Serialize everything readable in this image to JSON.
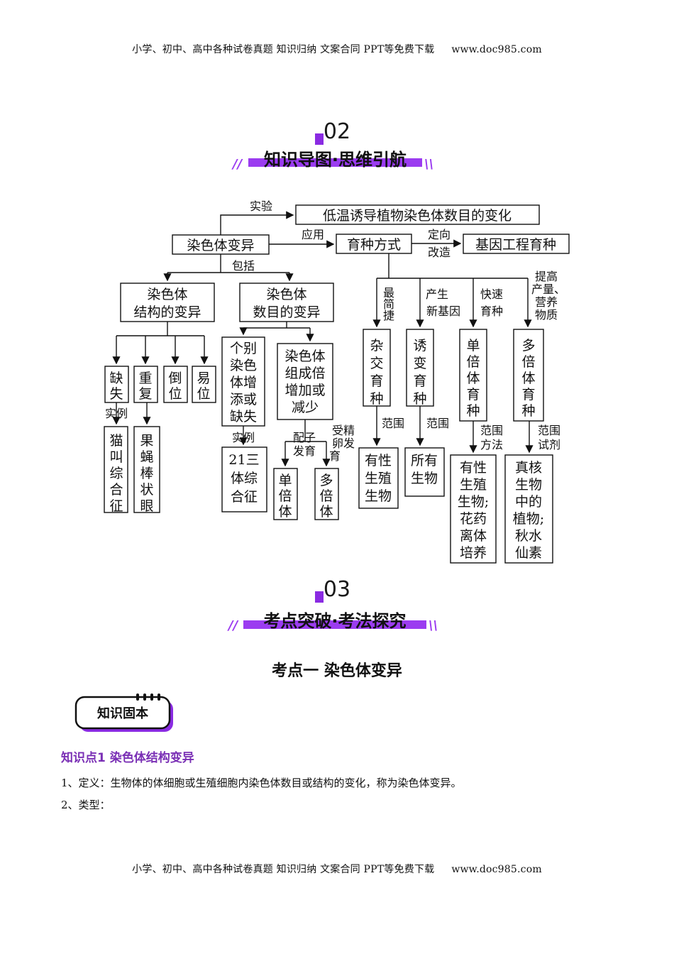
{
  "header": {
    "text": "小学、初中、高中各种试卷真题 知识归纳 文案合同 PPT等免费下载",
    "url": "www.doc985.com"
  },
  "footer": {
    "text": "小学、初中、高中各种试卷真题 知识归纳 文案合同 PPT等免费下载",
    "url": "www.doc985.com"
  },
  "section2": {
    "number": "02",
    "title": "知识导图·思维引航"
  },
  "section3": {
    "number": "03",
    "title": "考点突破·考法探究"
  },
  "kaodian": "考点一  染色体变异",
  "badge": "知识固本",
  "knowledge_point": "知识点1  染色体结构变异",
  "paragraphs": [
    "1、定义：生物体的体细胞或生殖细胞内染色体数目或结构的变化，称为染色体变异。",
    "2、类型："
  ],
  "diagram": {
    "root": "染色体变异",
    "experiment_label": "实验",
    "experiment": "低温诱导植物染色体数目的变化",
    "apply_label": "应用",
    "breeding": "育种方式",
    "directed_label_1": "定向",
    "directed_label_2": "改造",
    "genetic_eng": "基因工程育种",
    "include_label": "包括",
    "structural": [
      "染色体",
      "结构的变异"
    ],
    "numerical": [
      "染色体",
      "数目的变异"
    ],
    "struct_types": [
      "缺失",
      "重复",
      "倒位",
      "易位"
    ],
    "example_label": "实例",
    "example_quexi": "猫叫综合征",
    "example_chongfu": "果蝇棒状眼",
    "num_individual": [
      "个别",
      "染色",
      "体增",
      "添或",
      "缺失"
    ],
    "num_set": [
      "染色体",
      "组成倍",
      "增加或",
      "减少"
    ],
    "example_label_2": "实例",
    "trisomy": [
      "21三",
      "体综",
      "合征"
    ],
    "gamete_label": [
      "配子",
      "发育"
    ],
    "zygote_label": [
      "受精",
      "卵发",
      "育"
    ],
    "haploid": "单倍体",
    "polyploid": "多倍体",
    "b_labels": {
      "b1": [
        "最",
        "简",
        "捷"
      ],
      "b2": [
        "产生",
        "新基因"
      ],
      "b3": [
        "快速",
        "育种"
      ],
      "b4": [
        "提高",
        "产量、",
        "营养",
        "物质"
      ]
    },
    "methods": [
      "杂交育种",
      "诱变育种",
      "单倍体育种",
      "多倍体育种"
    ],
    "range_label": "范围",
    "range_method_label": [
      "范围",
      "方法"
    ],
    "range_reagent_label": [
      "范围",
      "试剂"
    ],
    "res1": [
      "有性",
      "生殖",
      "生物"
    ],
    "res2": [
      "所有",
      "生物"
    ],
    "res3": [
      "有性",
      "生殖",
      "生物;",
      "花药",
      "离体",
      "培养"
    ],
    "res4": [
      "真核",
      "生物",
      "中的",
      "植物;",
      "秋水",
      "仙素"
    ]
  }
}
